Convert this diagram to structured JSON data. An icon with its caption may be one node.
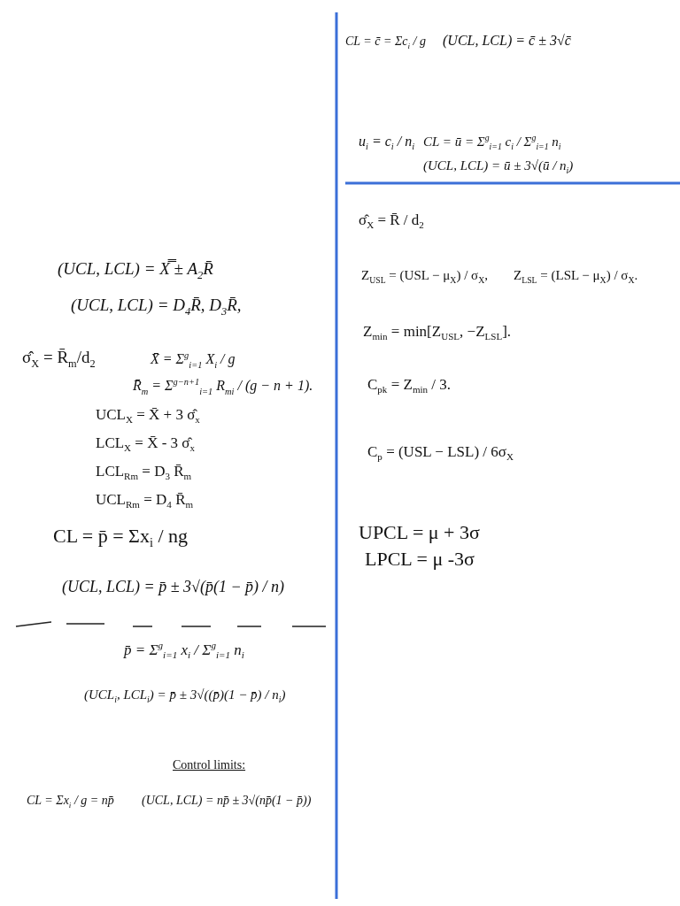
{
  "diagram": {
    "labels": [
      "(UCL, LCL) = X̿ ± A$_{2}$R̄",
      "(UCL, LCL) = D$_{4}$R̄, D$_{3}$R̄,",
      "σ̂$_{X}$ = R̄$_{m}$/d$_{2}$",
      "X̄ = Σ$^{g}$$_{i=1}$ X$_{i}$ / g",
      "R̄$_{m}$ = Σ$^{g−n+1}$$_{i=1}$ R$_{mi}$ / (g − n + 1).",
      "UCL$_{X}$ = X̄ + 3 σ̂$_{x}$",
      "LCL$_{X}$ = X̄ - 3 σ̂$_{x}$",
      "LCL$_{Rm}$ = D$_{3}$ R̄$_{m}$",
      "UCL$_{Rm}$ = D$_{4}$ R̄$_{m}$",
      "CL = p̄ = Σx$_{i}$ / ng",
      "(UCL, LCL) = p̄ ± 3√(p̄(1 − p̄) / n)",
      "p̄ = Σ$^{g}$$_{i=1}$ x$_{i}$ / Σ$^{g}$$_{i=1}$ n$_{i}$",
      "(UCL$_{i}$, LCL$_{i}$) = p̄ ± 3√((p̄)(1 − p̄) / n$_{i}$)",
      "Control limits:",
      "CL = Σx$_{i}$ / g = np̄",
      "(UCL, LCL) = np̄ ± 3√(np̄(1 − p̄))",
      "CL = c̄ = Σc$_{i}$ / g",
      "(UCL, LCL) = c̄ ± 3√c̄",
      "u$_{i}$ = c$_{i}$ / n$_{i}$",
      "CL = ū = Σ$^{g}$$_{i=1}$ c$_{i}$ / Σ$^{g}$$_{i=1}$ n$_{i}$",
      "(UCL, LCL) = ū ± 3√(ū / n$_{i}$)",
      "σ̂$_{X}$ = R̄ / d$_{2}$",
      "Z$_{USL}$ = (USL − μ$_{X}$) / σ$_{X}$,",
      "Z$_{LSL}$ = (LSL − μ$_{X}$) / σ$_{X}$.",
      "Z$_{min}$ = min[Z$_{USL}$, −Z$_{LSL}$].",
      "C$_{pk}$ = Z$_{min}$ / 3.",
      "C$_{p}$ = (USL − LSL) / 6σ$_{X}$",
      "UPCL = μ + 3σ",
      "LPCL = μ -3σ"
    ]
  }
}
